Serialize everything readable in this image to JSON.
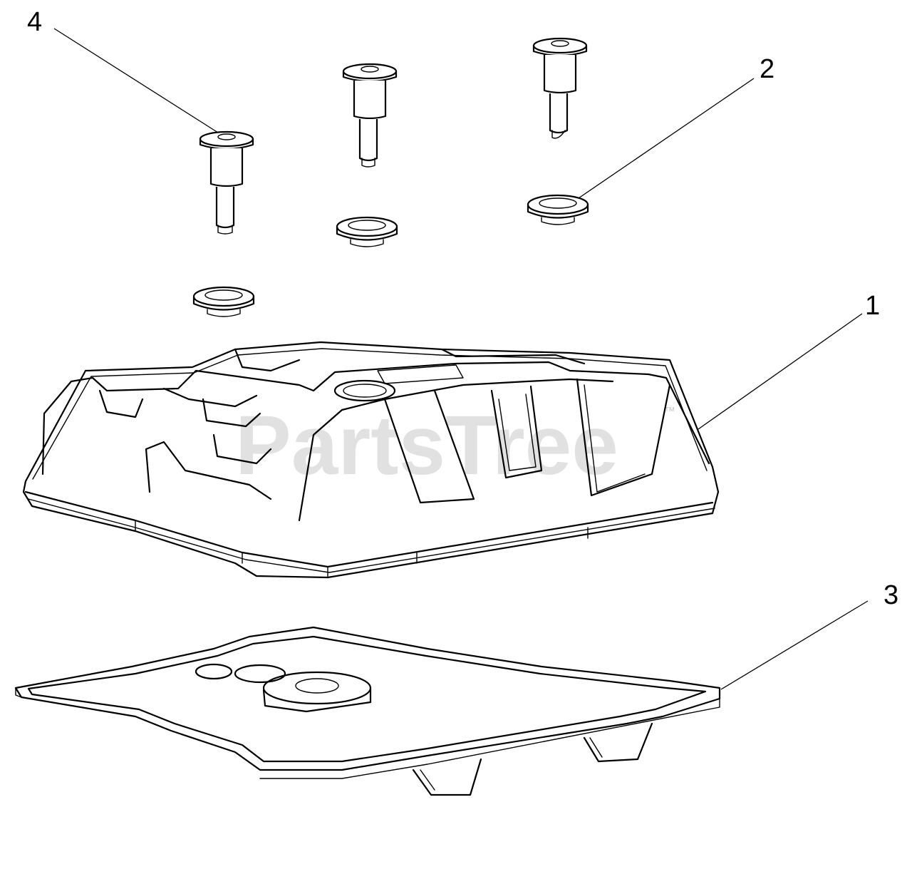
{
  "diagram": {
    "callouts": [
      {
        "id": "1",
        "label": "1"
      },
      {
        "id": "2",
        "label": "2"
      },
      {
        "id": "3",
        "label": "3"
      },
      {
        "id": "4",
        "label": "4"
      }
    ],
    "watermark": {
      "text": "PartsTree",
      "trademark": "™"
    }
  }
}
